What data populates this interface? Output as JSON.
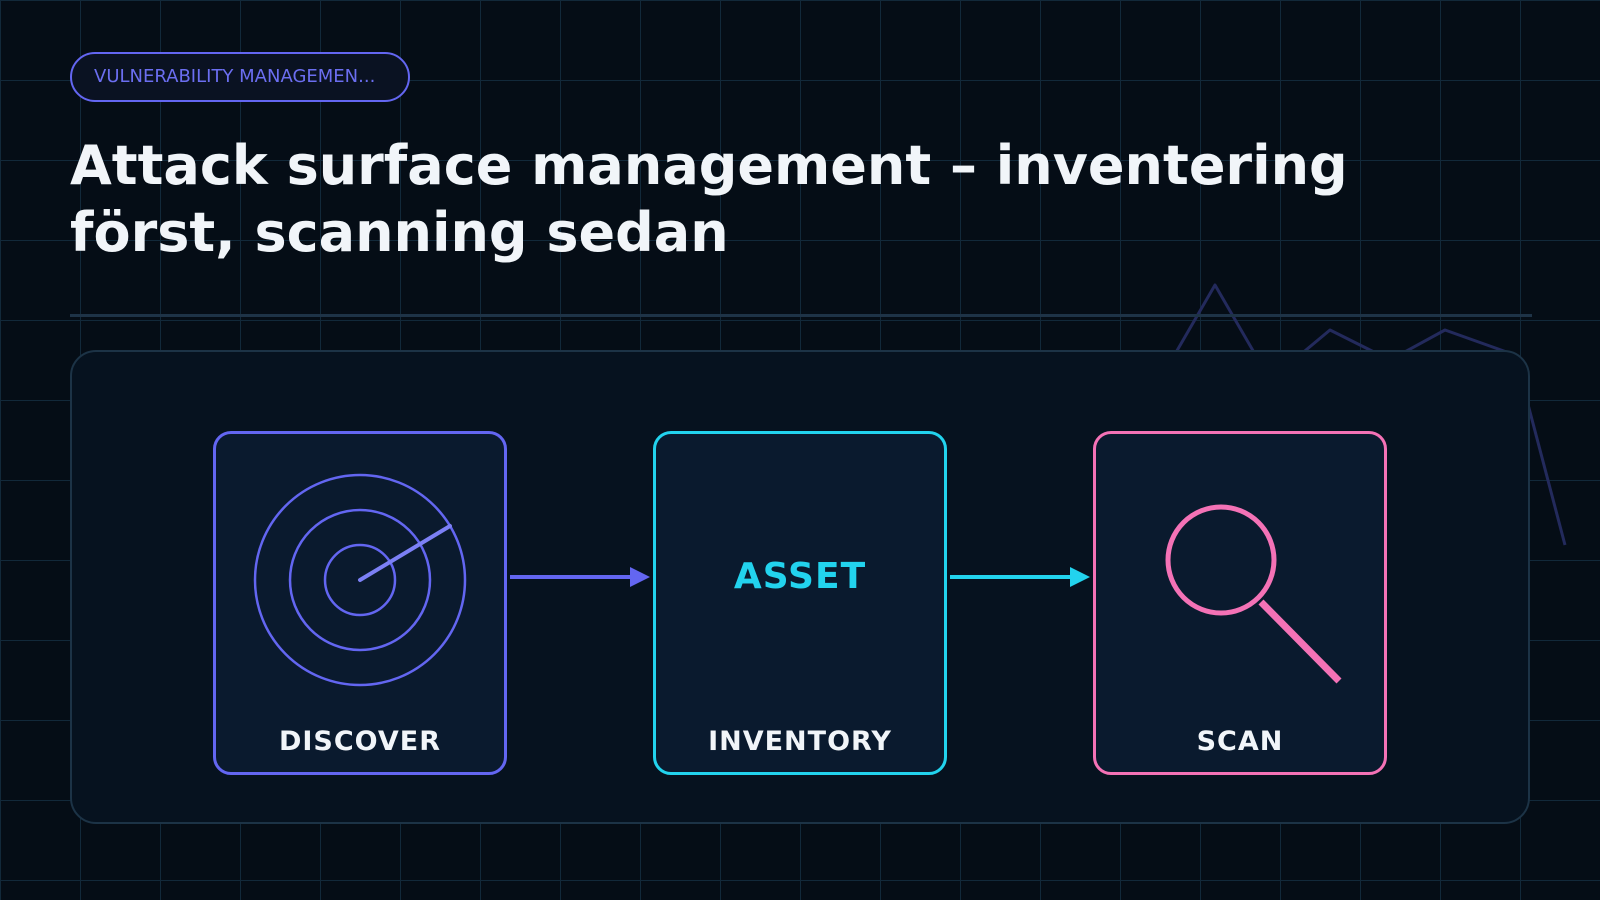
{
  "tag": {
    "label": "VULNERABILITY MANAGEMEN..."
  },
  "title": "Attack surface management – inventering först, scanning sedan",
  "flow": {
    "nodes": [
      {
        "label": "DISCOVER",
        "icon": "radar-icon",
        "color": "#6366f1"
      },
      {
        "label": "INVENTORY",
        "center_text": "ASSET",
        "color": "#22d3ee"
      },
      {
        "label": "SCAN",
        "icon": "magnifier-icon",
        "color": "#f472b6"
      }
    ]
  },
  "colors": {
    "background": "#050d16",
    "panel": "#06121f",
    "text": "#f1f5f9",
    "accent_discover": "#6366f1",
    "accent_inventory": "#22d3ee",
    "accent_scan": "#f472b6"
  }
}
